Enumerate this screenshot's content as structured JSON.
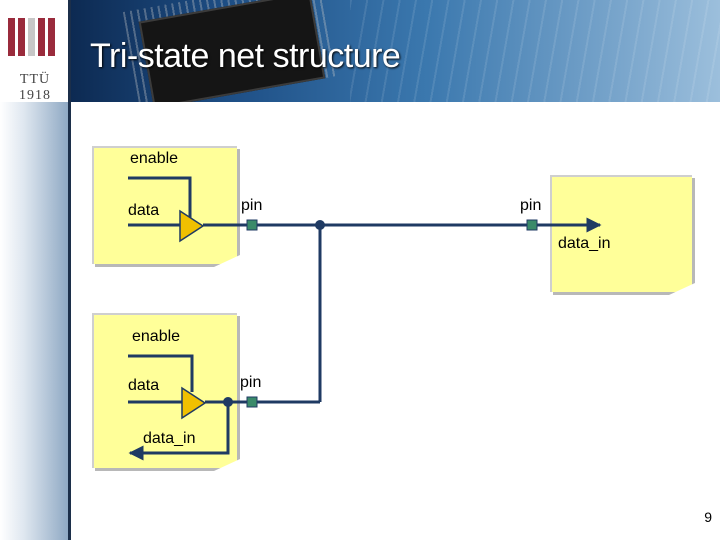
{
  "slide": {
    "title": "Tri-state net structure",
    "page_number": "9",
    "logo_text": "TTÜ 1918"
  },
  "diagram": {
    "top_driver": {
      "enable": "enable",
      "data": "data",
      "pin": "pin"
    },
    "receiver": {
      "pin": "pin",
      "data_in": "data_in"
    },
    "bottom_driver": {
      "enable": "enable",
      "data": "data",
      "pin": "pin",
      "data_in": "data_in"
    }
  },
  "colors": {
    "note": "#ffff99",
    "wire": "#1f3a63",
    "buffer": "#f0c000",
    "pin": "#3a8a6a"
  }
}
